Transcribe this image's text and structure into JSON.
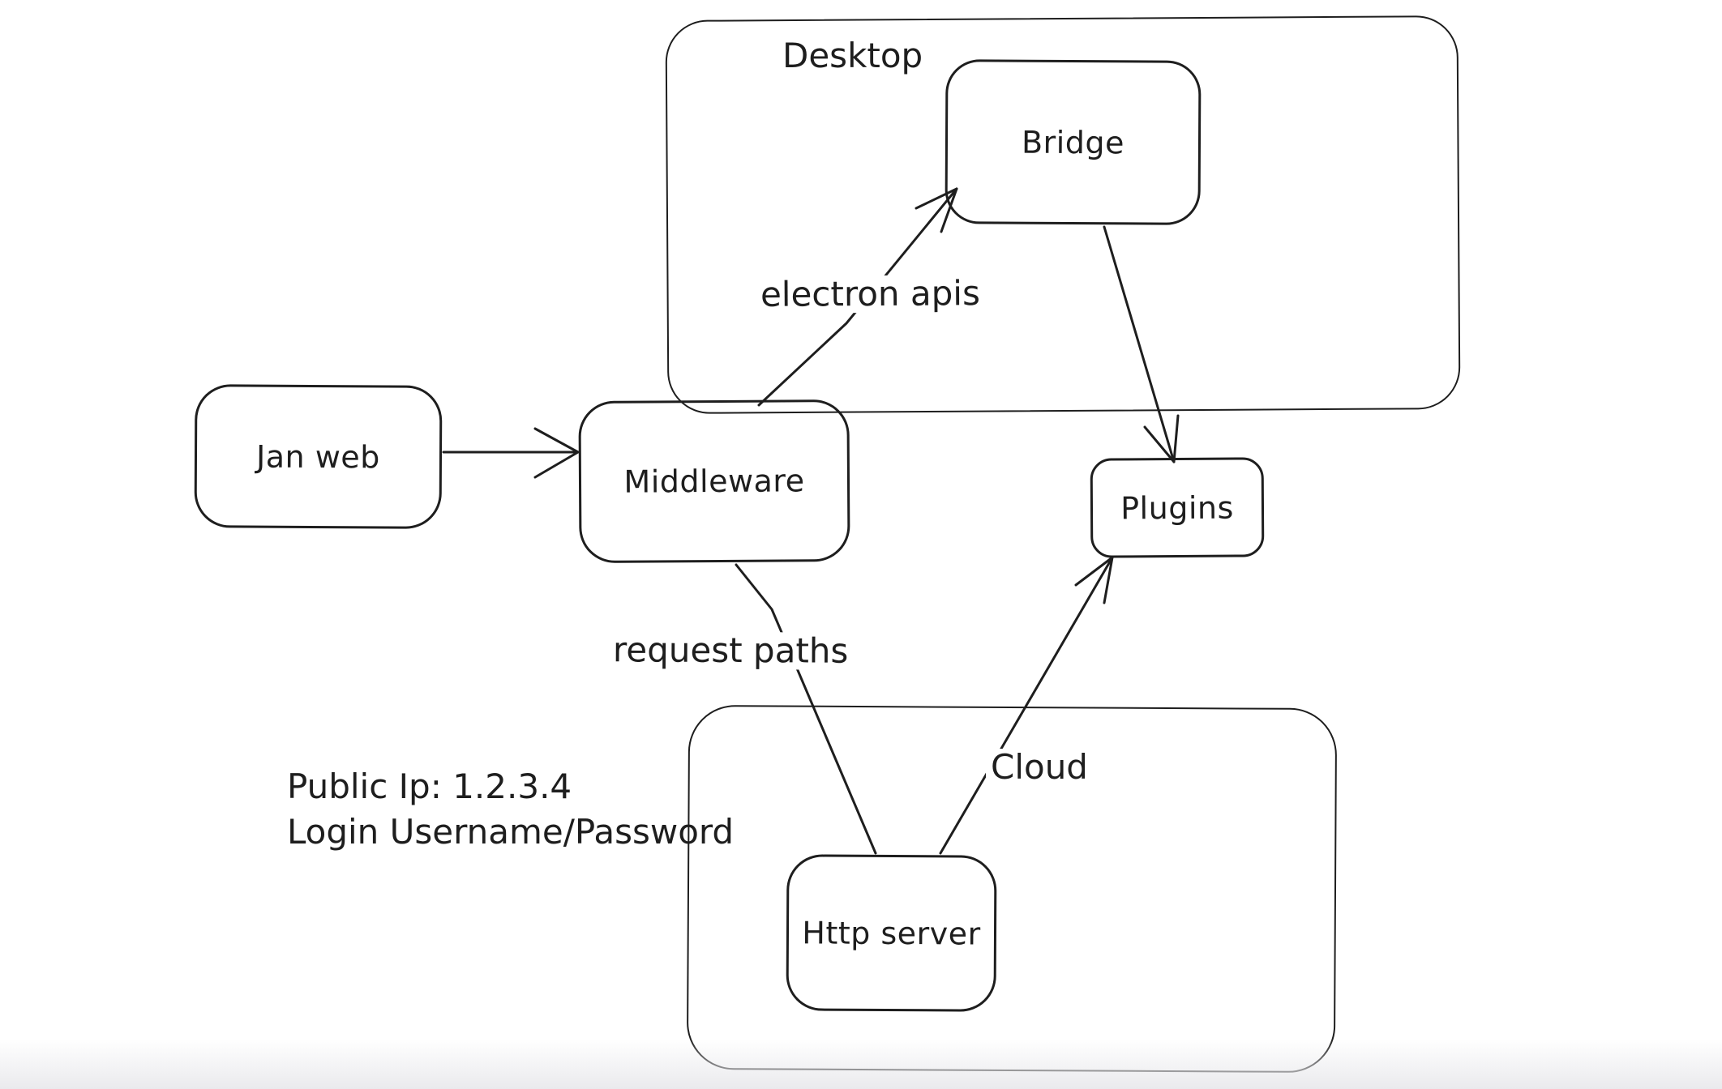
{
  "diagram": {
    "background": "#ffffff",
    "stroke_color": "#1e1e1e",
    "containers": {
      "desktop": {
        "label": "Desktop"
      },
      "cloud": {
        "label": "Cloud"
      }
    },
    "nodes": {
      "jan_web": {
        "label": "Jan web"
      },
      "middleware": {
        "label": "Middleware"
      },
      "bridge": {
        "label": "Bridge"
      },
      "plugins": {
        "label": "Plugins"
      },
      "http_server": {
        "label": "Http server"
      }
    },
    "edge_labels": {
      "electron_apis": "electron apis",
      "request_paths": "request paths"
    },
    "annotations": {
      "public_ip": "Public Ip: 1.2.3.4",
      "login": "Login Username/Password"
    }
  }
}
